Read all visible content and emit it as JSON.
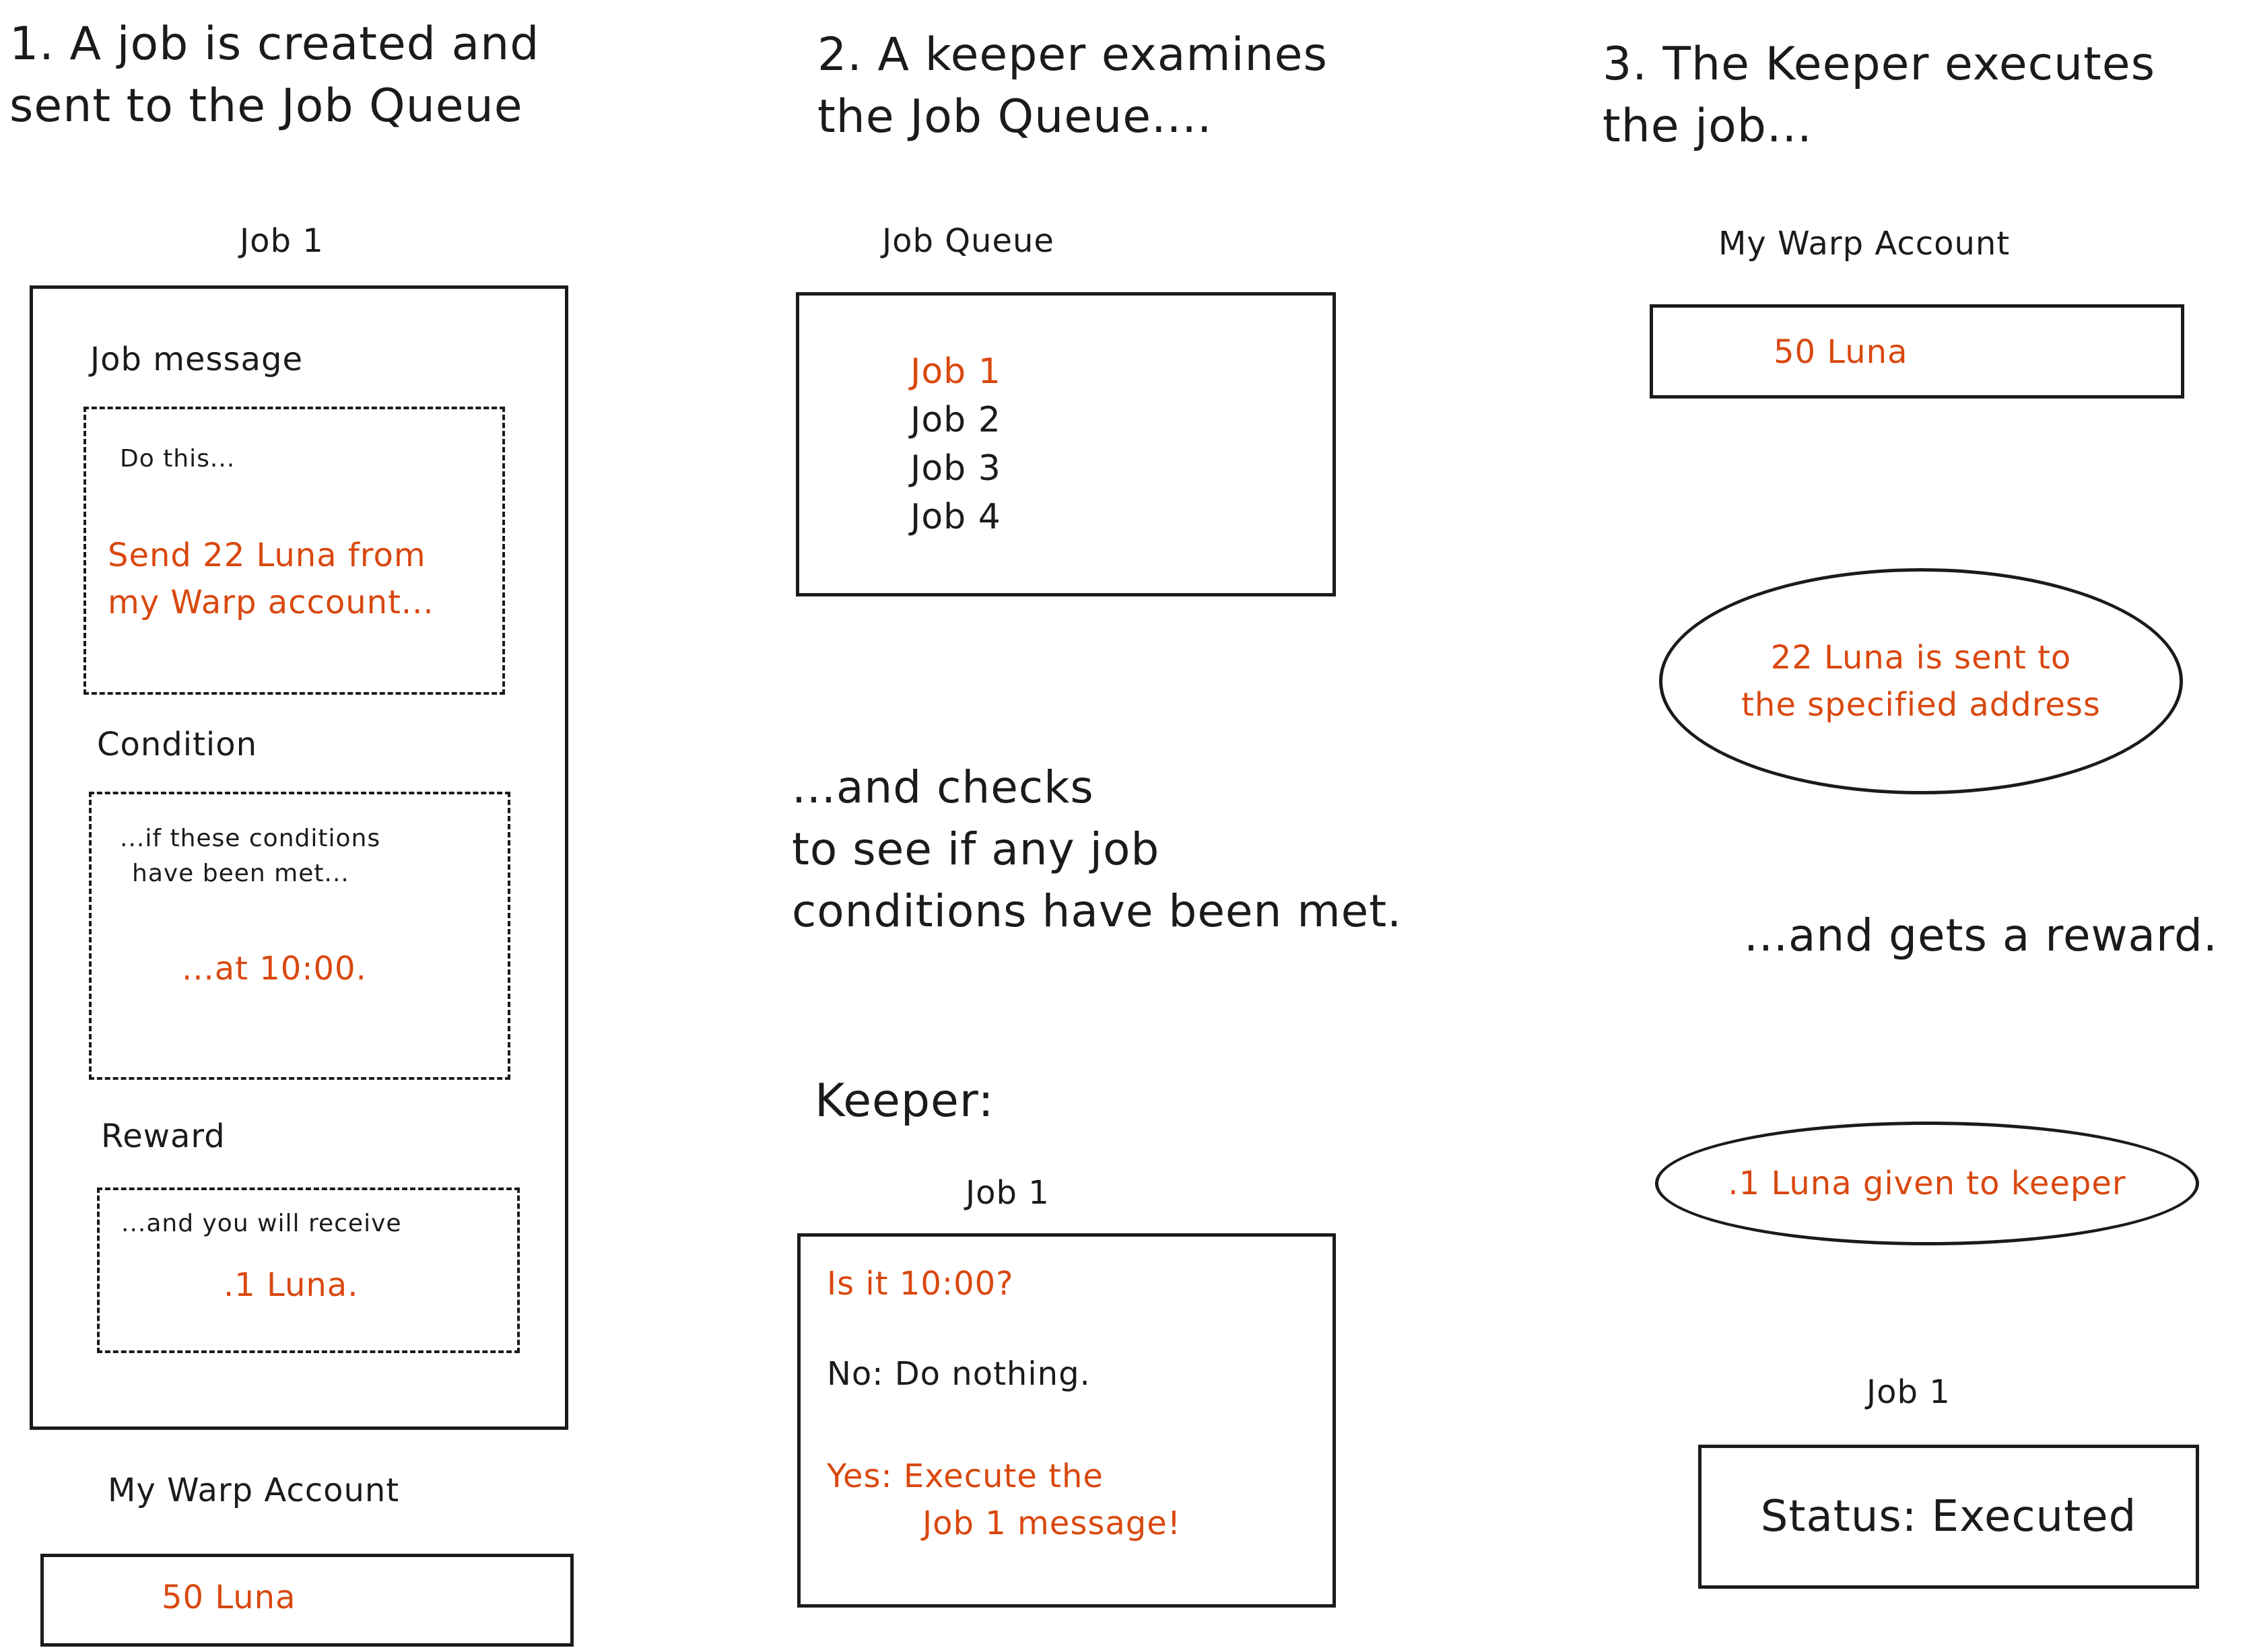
{
  "col1": {
    "heading": [
      "1. A job is created and",
      "sent to the Job Queue"
    ],
    "job_title": "Job 1",
    "message_label": "Job message",
    "message_intro": "Do this...",
    "message_action": [
      "Send 22 Luna from",
      "my Warp account..."
    ],
    "condition_label": "Condition",
    "condition_intro": [
      "...if these conditions",
      "have been met..."
    ],
    "condition_value": "...at 10:00.",
    "reward_label": "Reward",
    "reward_intro": "...and you will receive",
    "reward_value": ".1 Luna.",
    "account_label": "My Warp Account",
    "account_value": "50 Luna"
  },
  "col2": {
    "heading": [
      "2. A keeper examines",
      "the Job Queue...."
    ],
    "queue_label": "Job Queue",
    "queue_items": [
      "Job 1",
      "Job 2",
      "Job 3",
      "Job 4"
    ],
    "checks_text": [
      "...and checks",
      "to see if any job",
      "conditions have been met."
    ],
    "keeper_label": "Keeper:",
    "keeper_job_title": "Job 1",
    "keeper_question": "Is it 10:00?",
    "keeper_no": "No: Do nothing.",
    "keeper_yes": [
      "Yes: Execute the",
      "Job 1 message!"
    ]
  },
  "col3": {
    "heading": [
      "3. The Keeper executes",
      "the job..."
    ],
    "account_label": "My Warp Account",
    "account_value": "50 Luna",
    "sent_text": [
      "22 Luna is sent to",
      "the specified address"
    ],
    "reward_text": "...and gets a reward.",
    "given_text": ".1 Luna given to keeper",
    "status_job_title": "Job 1",
    "status_text": "Status: Executed"
  },
  "colors": {
    "accent": "#d9480f",
    "ink": "#1b1b1b"
  }
}
